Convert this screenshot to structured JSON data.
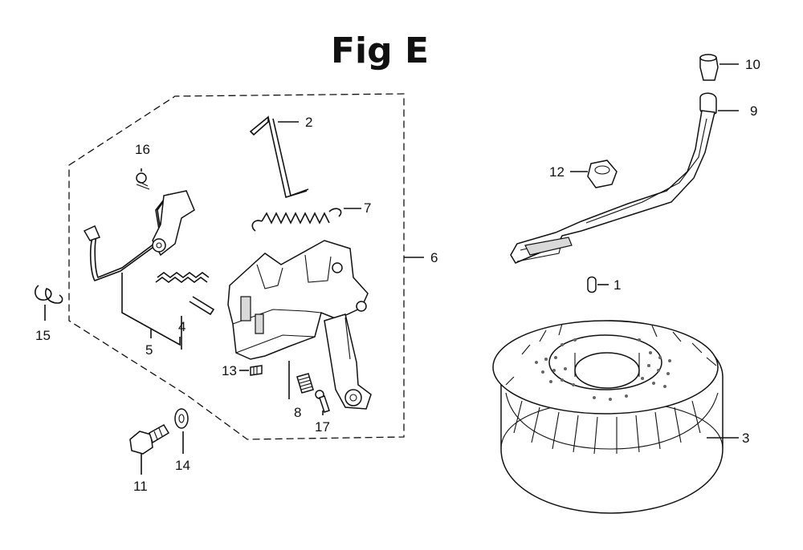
{
  "figure": {
    "title": "Fig E"
  },
  "callouts": {
    "p1": "1",
    "p2": "2",
    "p3": "3",
    "p4": "4",
    "p5": "5",
    "p6": "6",
    "p7": "7",
    "p8": "8",
    "p9": "9",
    "p10": "10",
    "p11": "11",
    "p12": "12",
    "p13": "13",
    "p14": "14",
    "p15": "15",
    "p16": "16",
    "p17": "17"
  }
}
